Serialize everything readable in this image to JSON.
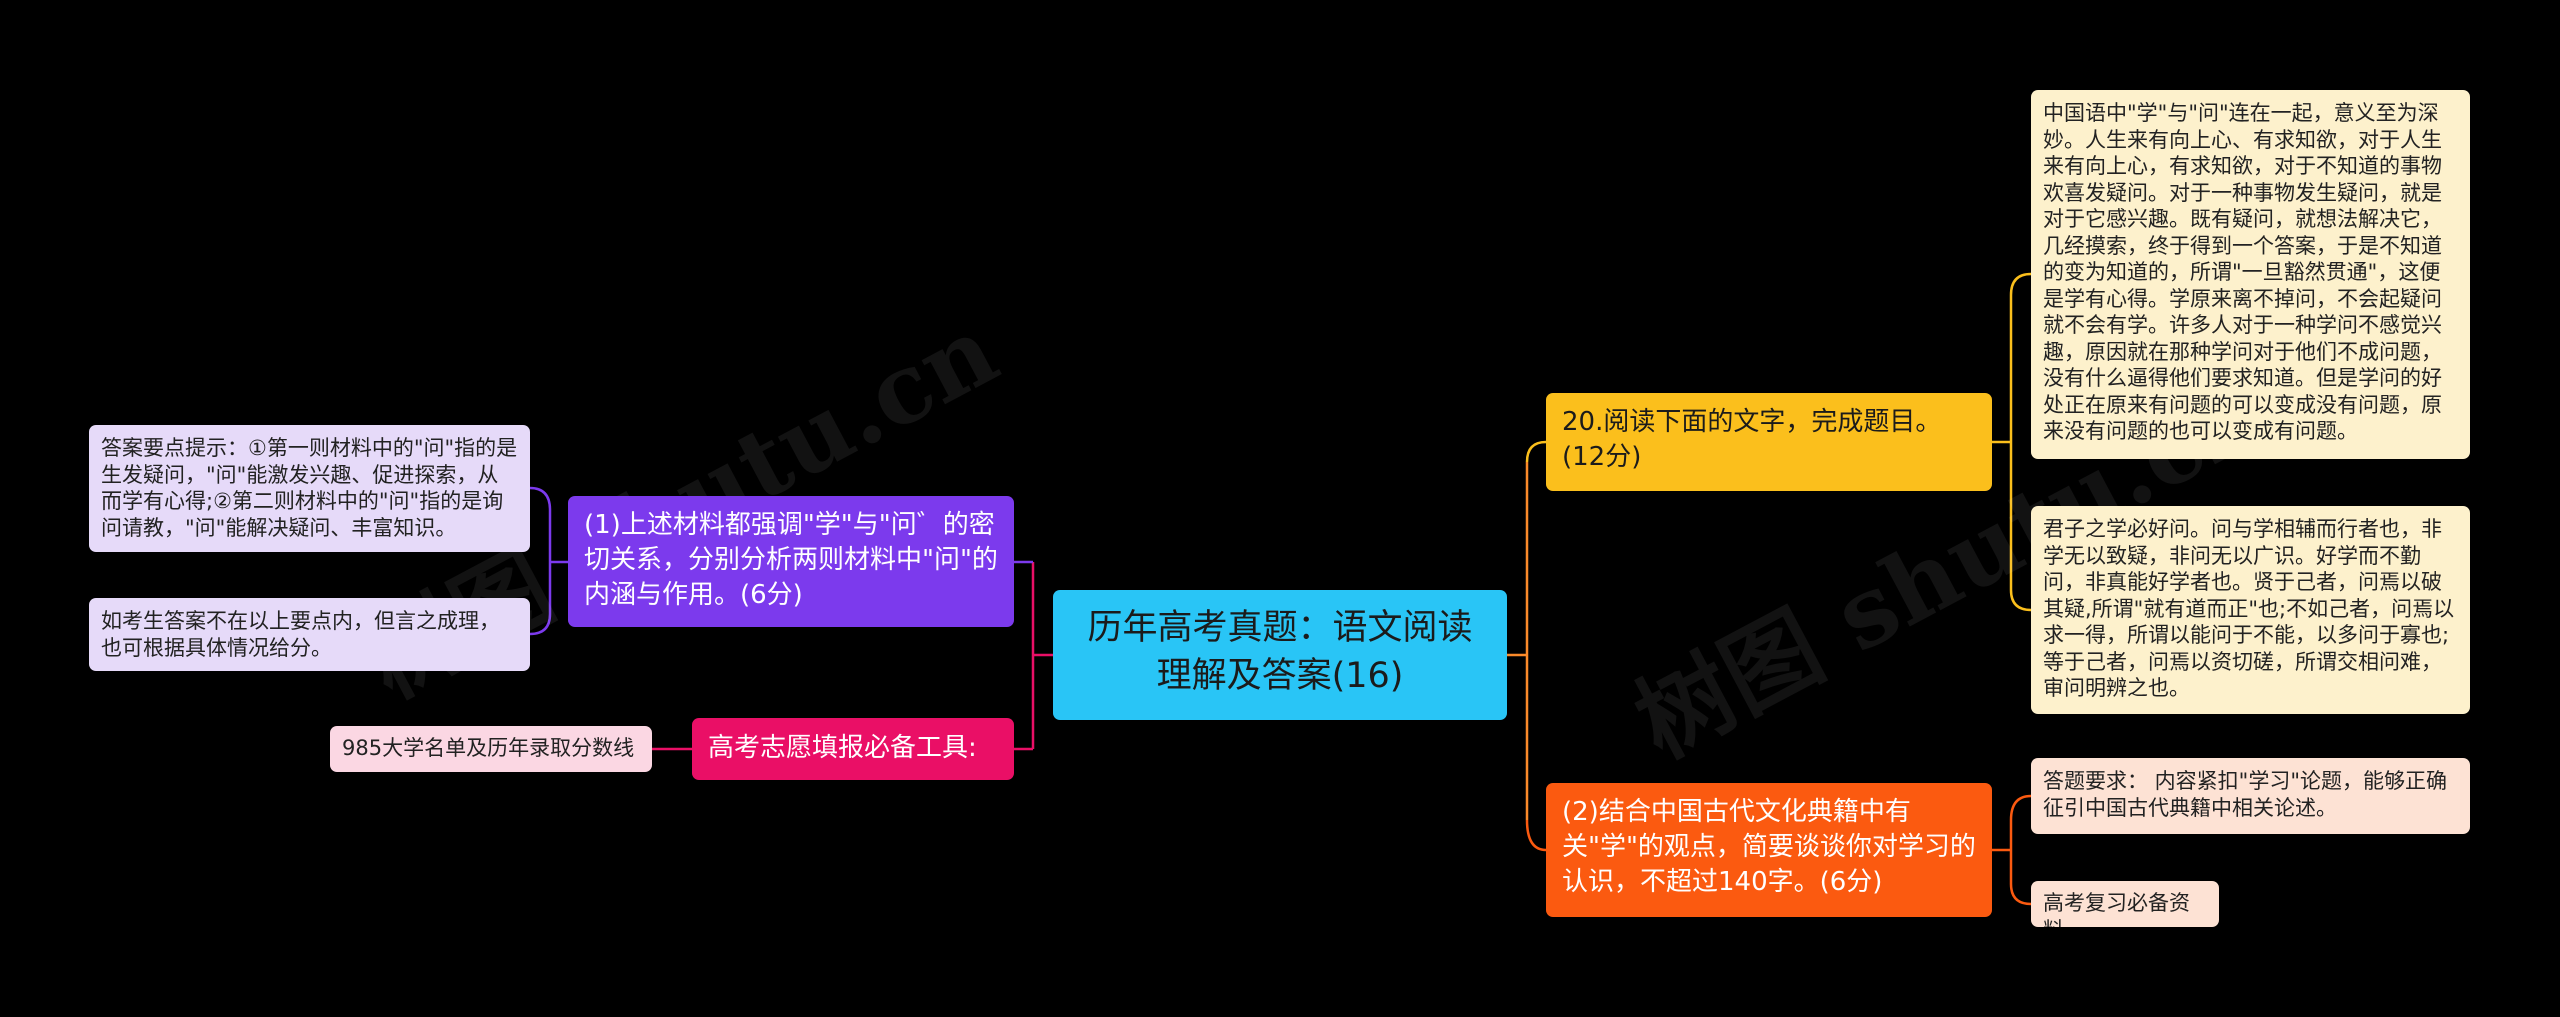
{
  "root": {
    "title": "历年高考真题：语文阅读理解及答案(16)"
  },
  "left": {
    "q1": {
      "text": "(1)上述材料都强调\"学\"与\"问゛的密切关系，分别分析两则材料中\"问\"的内涵与作用。(6分)",
      "children": [
        "答案要点提示：①第一则材料中的\"问\"指的是生发疑问，\"问\"能激发兴趣、促进探索，从而学有心得;②第二则材料中的\"问\"指的是询问请教，\"问\"能解决疑问、丰富知识。",
        "如考生答案不在以上要点内，但言之成理，也可根据具体情况给分。"
      ]
    },
    "tool": {
      "text": "高考志愿填报必备工具:",
      "children": [
        "985大学名单及历年录取分数线"
      ]
    }
  },
  "right": {
    "q20": {
      "text": "20.阅读下面的文字，完成题目。(12分)",
      "children": [
        "中国语中\"学\"与\"问\"连在一起，意义至为深妙。人生来有向上心、有求知欲，对于人生来有向上心，有求知欲，对于不知道的事物欢喜发疑问。对于一种事物发生疑问，就是对于它感兴趣。既有疑问，就想法解决它，几经摸索，终于得到一个答案，于是不知道的变为知道的，所谓\"一旦豁然贯通\"，这便是学有心得。学原来离不掉问，不会起疑问就不会有学。许多人对于一种学问不感觉兴趣，原因就在那种学问对于他们不成问题，没有什么逼得他们要求知道。但是学问的好处正在原来有问题的可以变成没有问题，原来没有问题的也可以变成有问题。",
        "君子之学必好问。问与学相辅而行者也，非学无以致疑，非问无以广识。好学而不勤问，非真能好学者也。贤于己者，问焉以破其疑,所谓\"就有道而正\"也;不如己者，问焉以求一得，所谓以能问于不能，以多问于寡也;等于己者，问焉以资切磋，所谓交相问难，审问明辨之也。"
      ]
    },
    "q2": {
      "text": "(2)结合中国古代文化典籍中有关\"学\"的观点，简要谈谈你对学习的认识，不超过140字。(6分)",
      "children": [
        "答题要求： 内容紧扣\"学习\"论题，能够正确征引中国古代典籍中相关论述。",
        "高考复习必备资料"
      ]
    }
  },
  "watermarks": [
    "树图 shutu.cn",
    "树图 shutu.cn"
  ],
  "colors": {
    "background": "#000000",
    "root": "#29c5f6",
    "purple": "#7c3aed",
    "pink": "#ea0f66",
    "yellow": "#fbbf1c",
    "orange": "#fb5a10"
  }
}
